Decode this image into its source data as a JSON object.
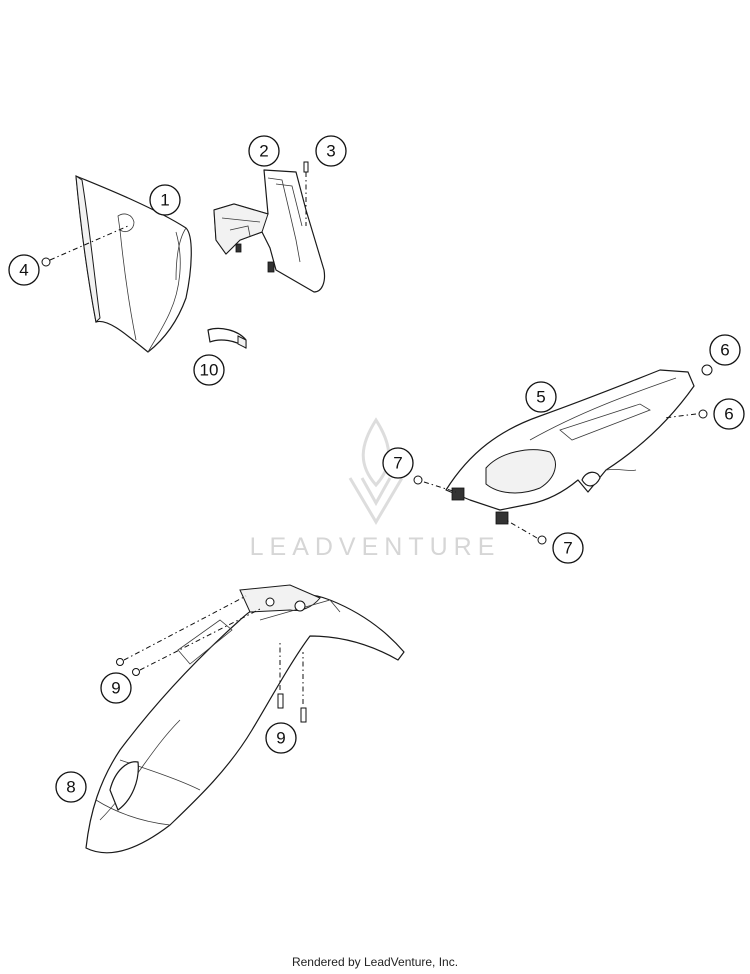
{
  "watermark": {
    "text": "LEADVENTURE"
  },
  "callouts": [
    "1",
    "2",
    "3",
    "4",
    "5",
    "6",
    "6",
    "7",
    "7",
    "8",
    "9",
    "9",
    "10"
  ],
  "footer": {
    "text": "Rendered by LeadVenture, Inc."
  }
}
